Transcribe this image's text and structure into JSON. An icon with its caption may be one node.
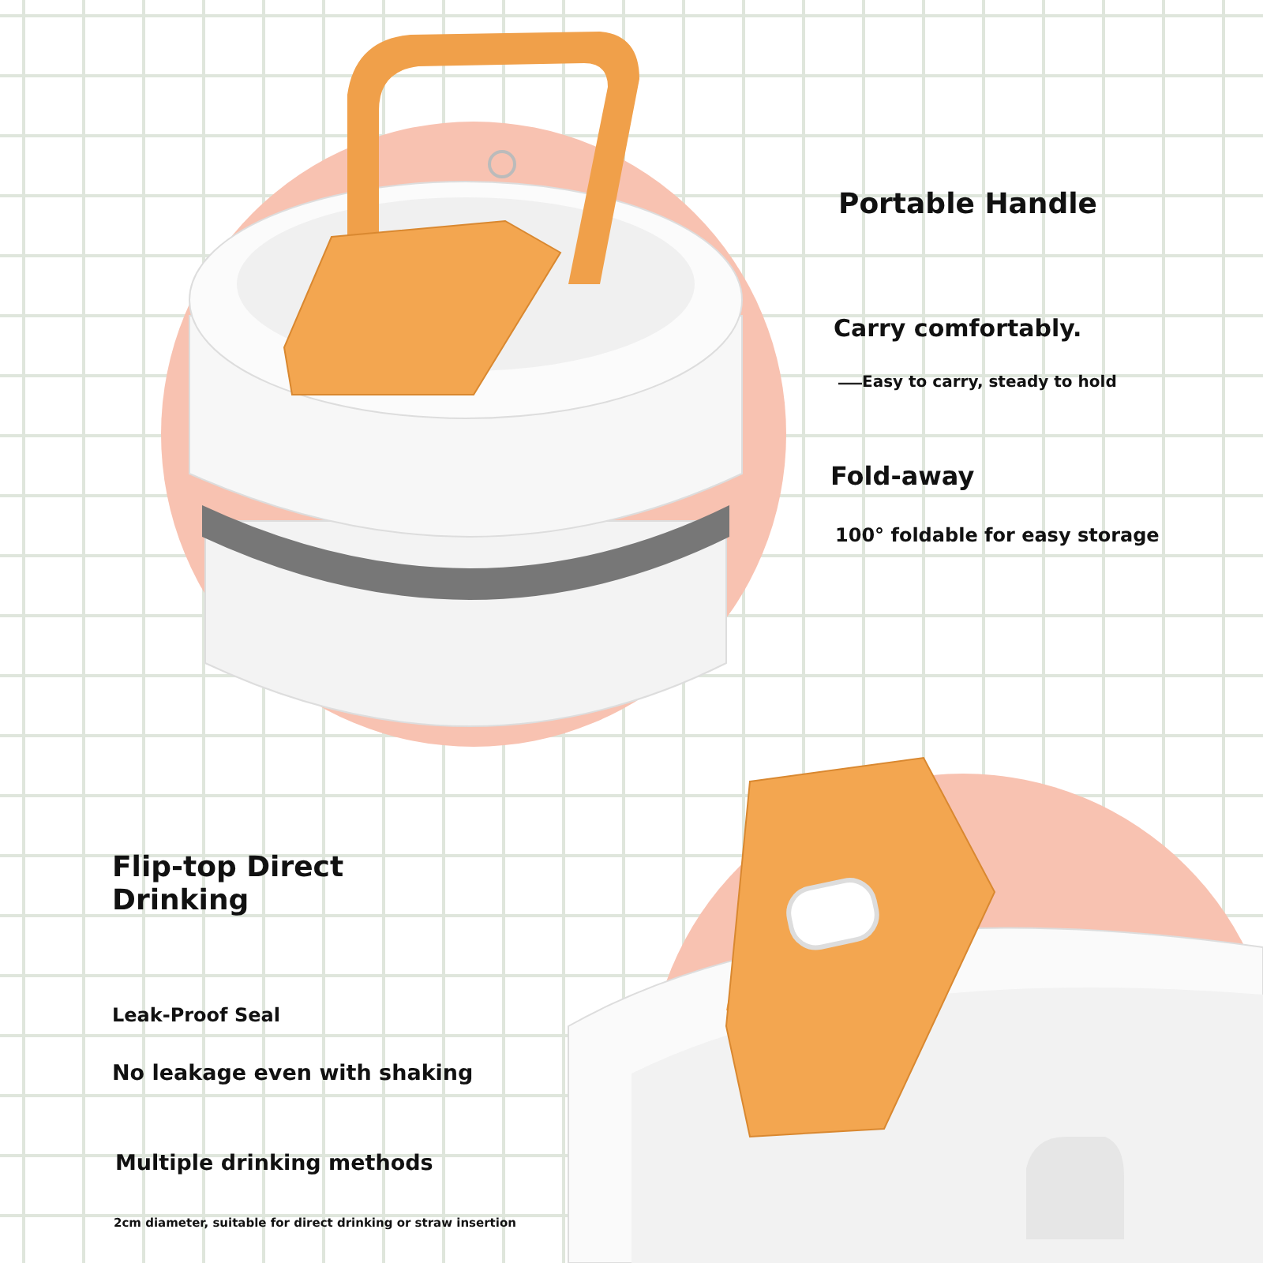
{
  "diagram": {
    "labels": [
      "Portable Handle",
      "Carry comfortably.",
      "Easy to carry, steady to hold",
      "Fold-away",
      "100° foldable for easy storage",
      "Flip-top Direct Drinking",
      "Leak-Proof Seal",
      "No leakage even with shaking",
      "Multiple drinking methods",
      "2cm diameter, suitable for direct drinking or straw insertion"
    ]
  }
}
